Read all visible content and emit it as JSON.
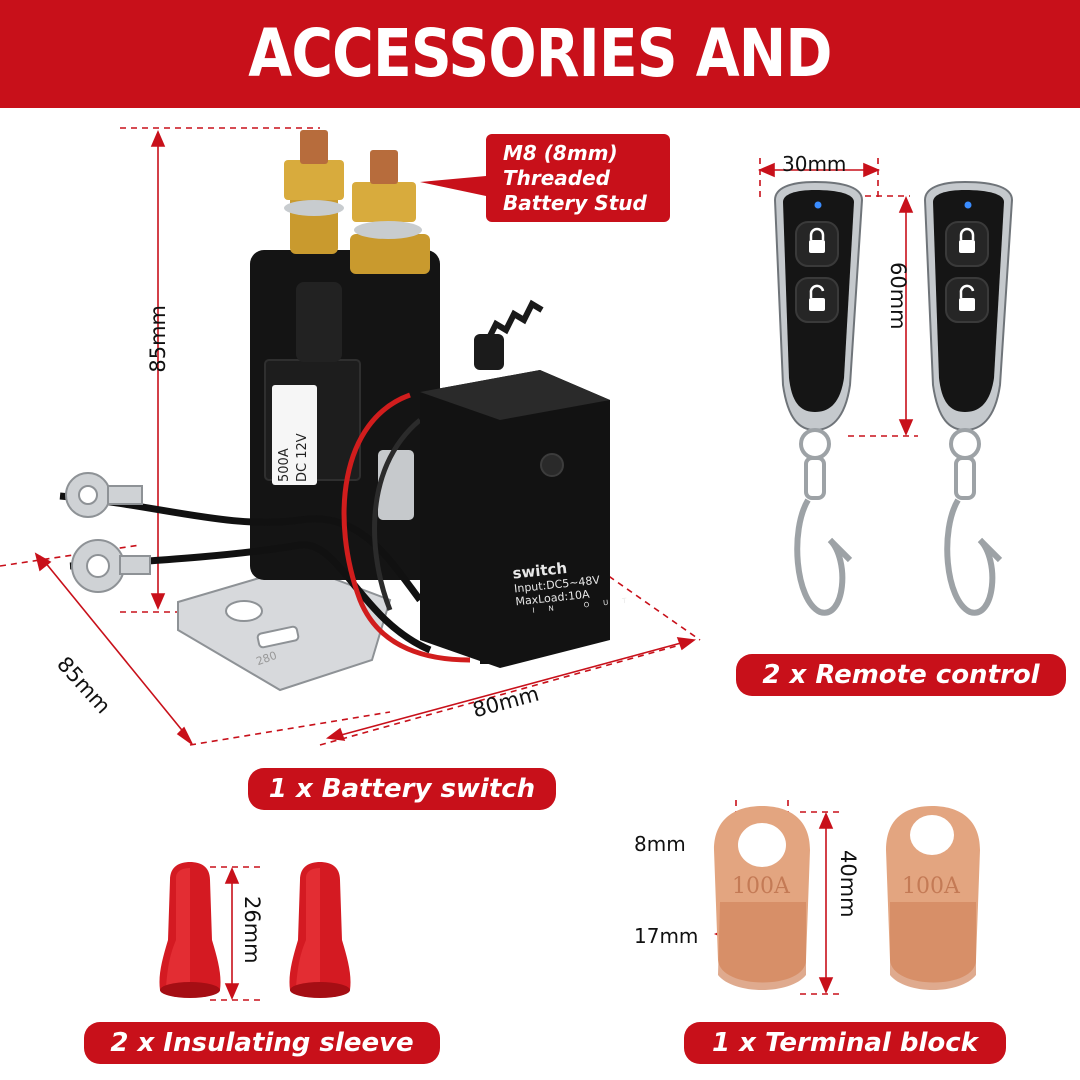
{
  "header": {
    "title": "ACCESSORIES AND DIMENSIONS"
  },
  "callout": {
    "lines": [
      "M8 (8mm)",
      "Threaded",
      "Battery Stud"
    ]
  },
  "battery_switch": {
    "label": "1 x Battery switch",
    "height_dim": "85mm",
    "depth_dim": "85mm",
    "width_dim": "80mm",
    "relay_marking": [
      "500A",
      "DC 12V"
    ],
    "module_text": [
      "switch",
      "Input:DC5~48V",
      "MaxLoad:10A"
    ],
    "module_pins": [
      "IN",
      "OUT"
    ],
    "plate_marking": "280"
  },
  "remote_control": {
    "label": "2 x Remote control",
    "width_dim": "30mm",
    "height_dim": "60mm"
  },
  "insulating_sleeve": {
    "label": "2 x Insulating sleeve",
    "height_dim": "26mm"
  },
  "terminal_block": {
    "label": "1 x Terminal block",
    "hole_dim": "8mm",
    "width_dim": "17mm",
    "length_dim": "40mm",
    "marking": "100A"
  },
  "colors": {
    "accent_red": "#c8101a",
    "copper": "#e0a07a",
    "black": "#141414"
  }
}
